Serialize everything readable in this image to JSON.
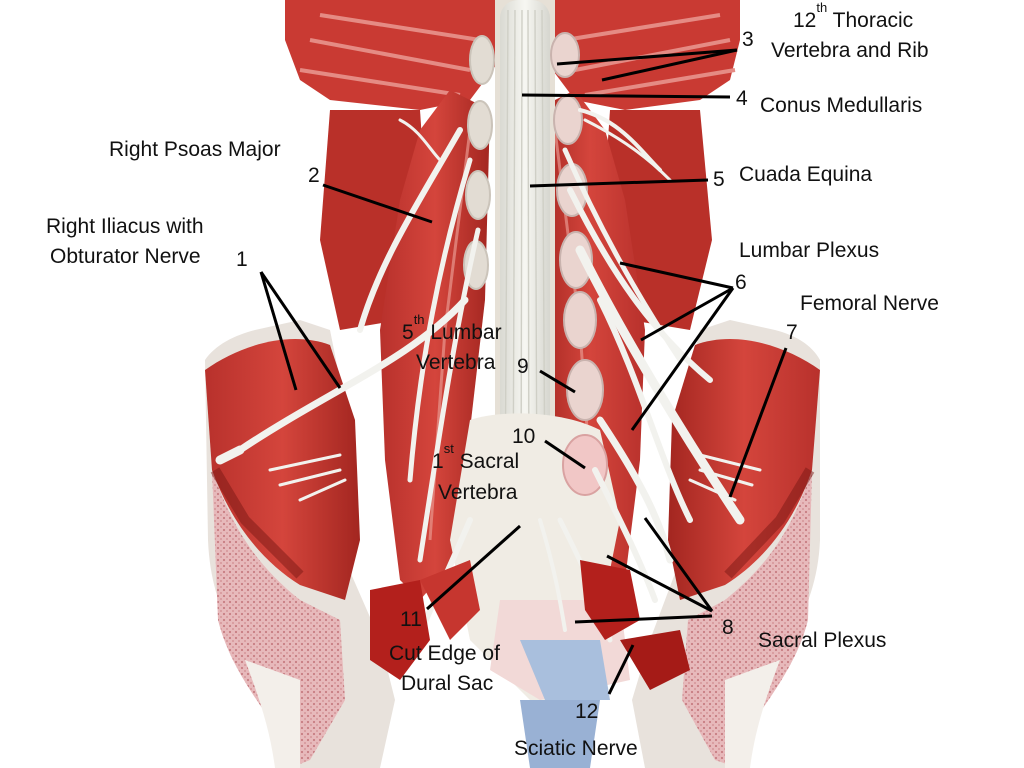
{
  "colors": {
    "background": "#ffffff",
    "muscle": "#c0302b",
    "muscle_dark": "#8e1d1a",
    "nerve": "#ececec",
    "bone": "#e9e3dc",
    "marrow": "#d89a9e",
    "sacrum_blue": "#9fb6d8",
    "leader_line": "#000000"
  },
  "labels": {
    "thoracic": {
      "sup_base": "12",
      "sup": "th",
      "rest": " Thoracic",
      "line2": "Vertebra and Rib",
      "number": "3"
    },
    "conus": {
      "number": "4",
      "text": "Conus Medullaris"
    },
    "cauda": {
      "number": "5",
      "text": "Cuada Equina"
    },
    "psoas": {
      "text": "Right Psoas Major",
      "number": "2"
    },
    "iliacus": {
      "line1": "Right Iliacus with",
      "line2": "Obturator Nerve",
      "number": "1"
    },
    "lumbar_plexus": {
      "text": "Lumbar Plexus",
      "number": "6"
    },
    "femoral": {
      "text": "Femoral Nerve",
      "number": "7"
    },
    "lumbar_vertebra": {
      "sup_base": "5",
      "sup": "th",
      "rest": " Lumbar",
      "line2": "Vertebra",
      "number": "9"
    },
    "sacral_vertebra": {
      "number": "10",
      "sup_base": "1",
      "sup": "st",
      "rest": " Sacral",
      "line2": "Vertebra"
    },
    "dural_sac": {
      "number": "11",
      "line1": "Cut Edge of",
      "line2": "Dural Sac"
    },
    "sacral_plexus": {
      "number": "8",
      "text": "Sacral Plexus"
    },
    "sciatic": {
      "number": "12",
      "text": "Sciatic Nerve"
    }
  }
}
